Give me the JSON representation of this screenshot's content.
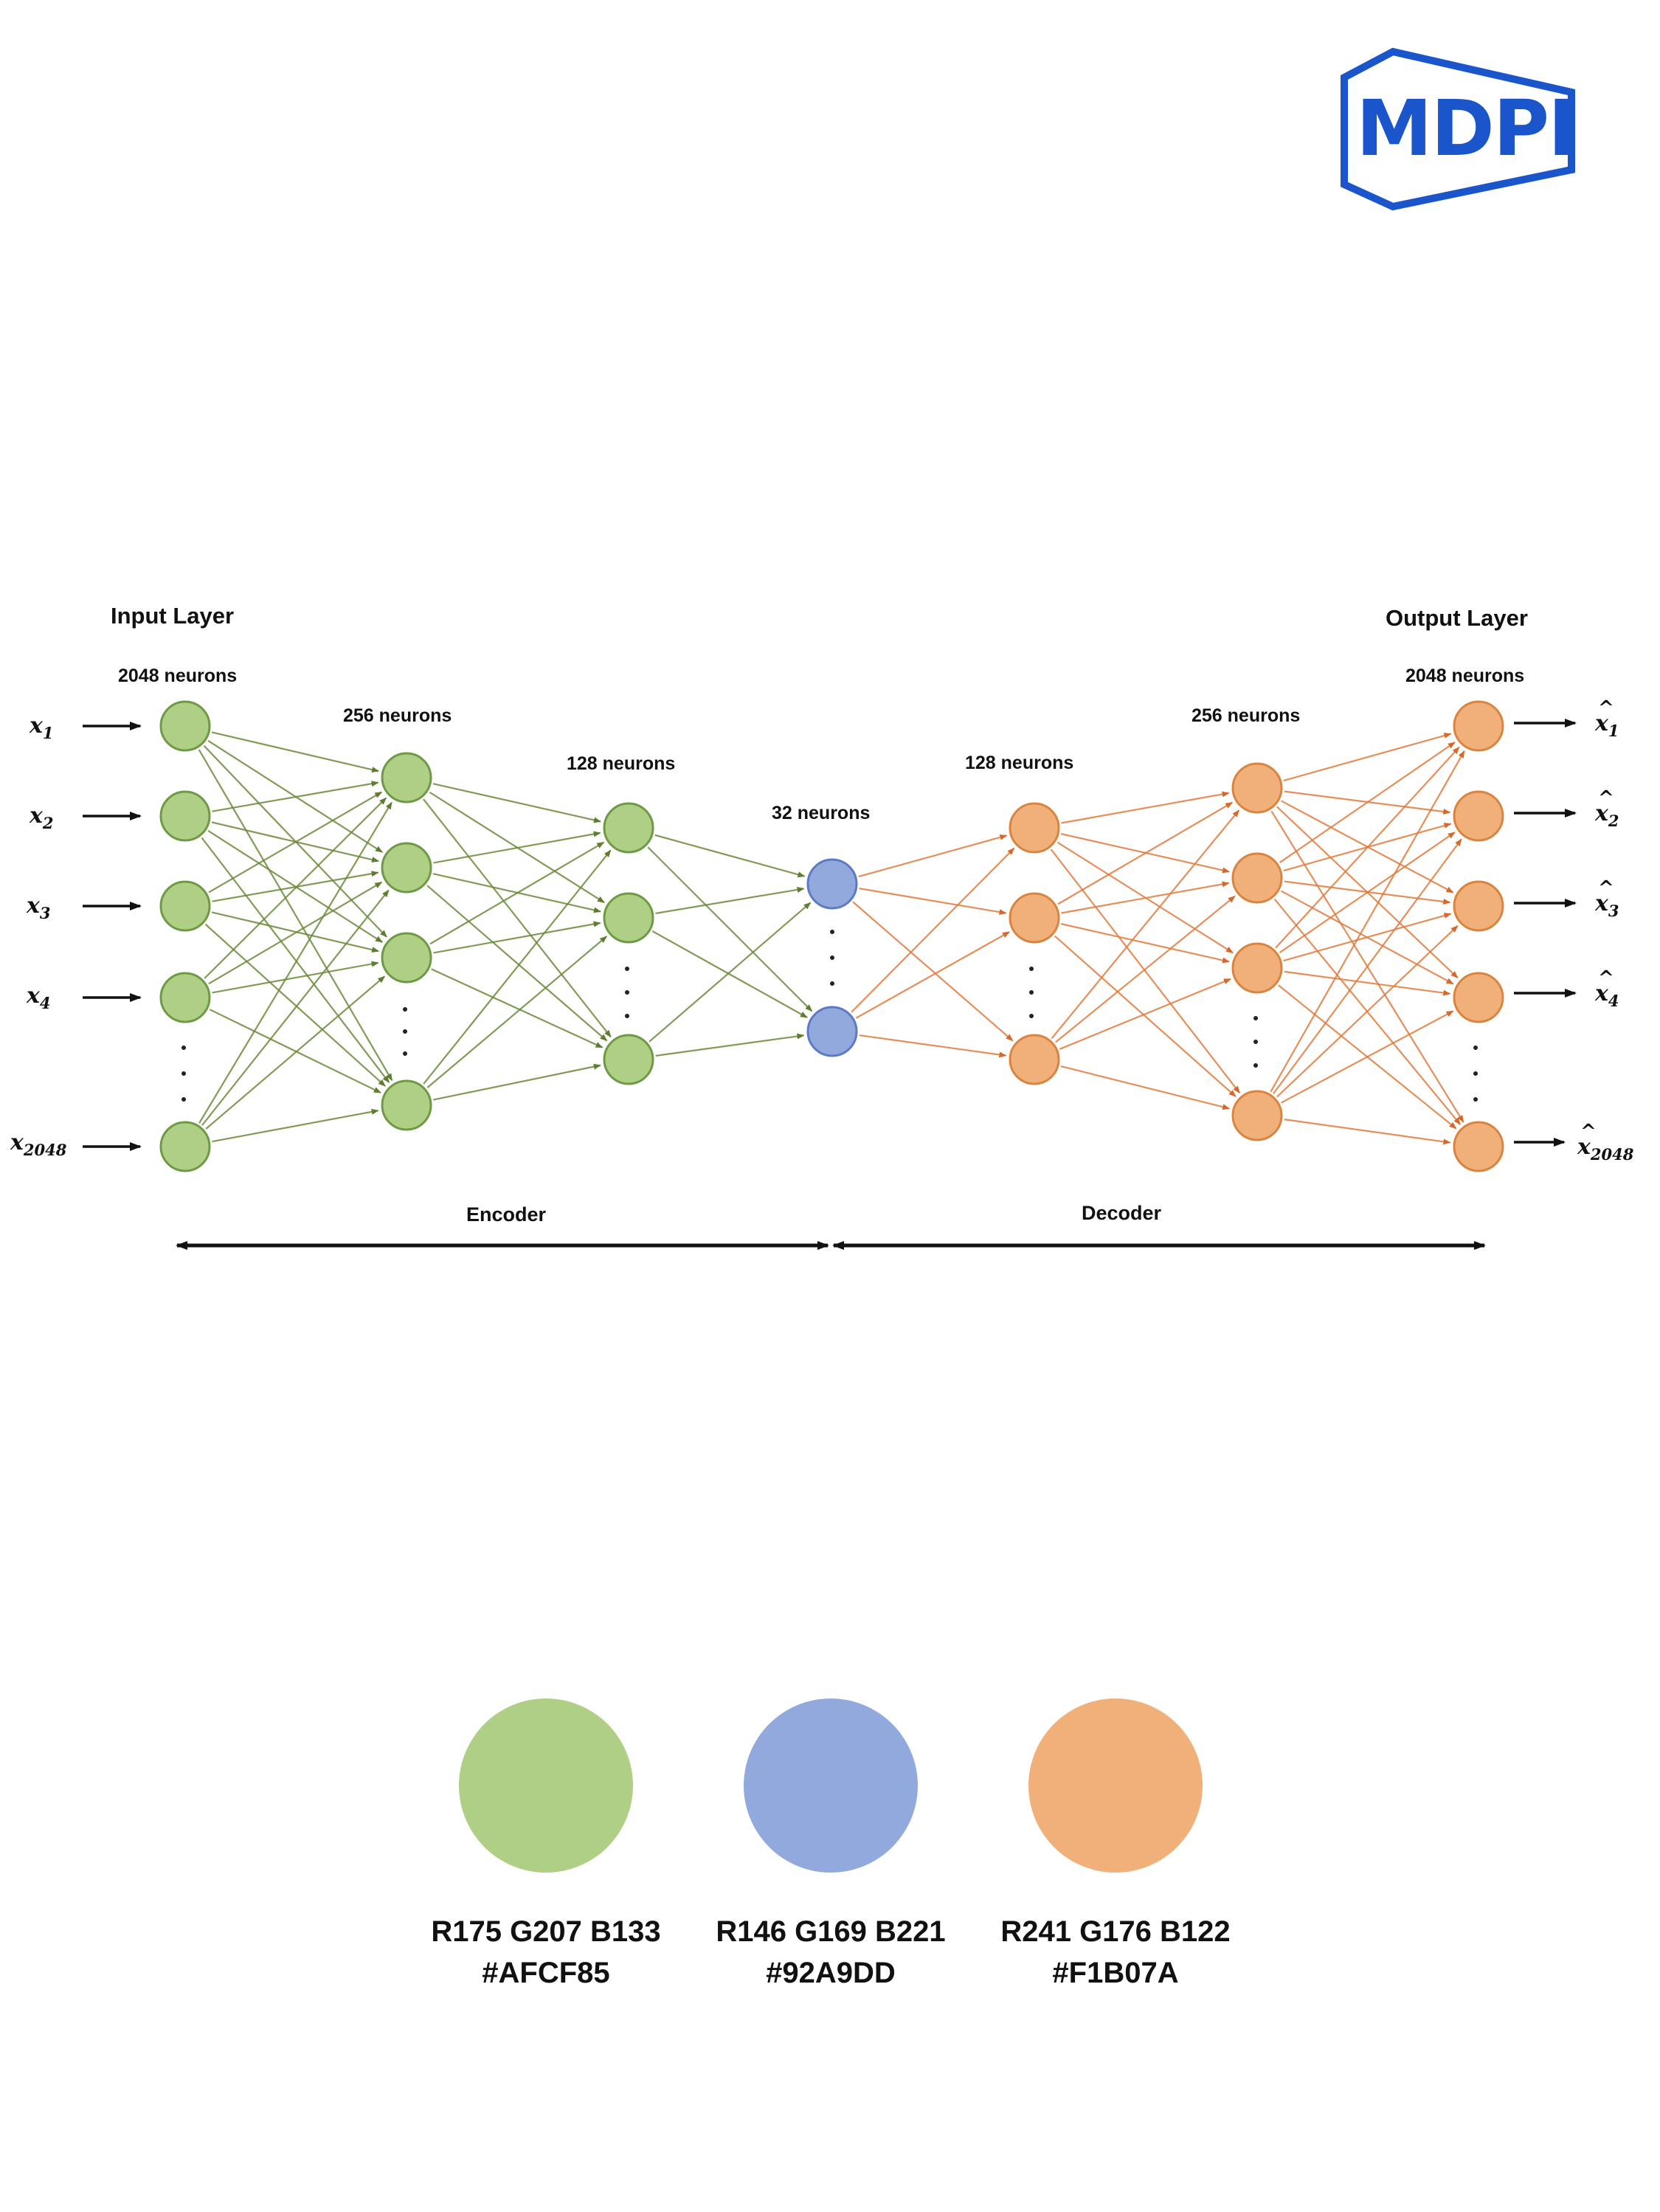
{
  "logo": {
    "text": "MDPI",
    "color": "#1A55CC"
  },
  "diagram": {
    "input_layer_title": "Input Layer",
    "output_layer_title": "Output Layer",
    "layers": [
      {
        "id": "input",
        "neurons_label": "2048 neurons",
        "color": "#AFCF85"
      },
      {
        "id": "enc256",
        "neurons_label": "256 neurons",
        "color": "#AFCF85"
      },
      {
        "id": "enc128",
        "neurons_label": "128 neurons",
        "color": "#AFCF85"
      },
      {
        "id": "latent",
        "neurons_label": "32 neurons",
        "color": "#92A9DD"
      },
      {
        "id": "dec128",
        "neurons_label": "128 neurons",
        "color": "#F1B07A"
      },
      {
        "id": "dec256",
        "neurons_label": "256 neurons",
        "color": "#F1B07A"
      },
      {
        "id": "output",
        "neurons_label": "2048 neurons",
        "color": "#F1B07A"
      }
    ],
    "inputs": [
      {
        "base": "x",
        "sub": "1"
      },
      {
        "base": "x",
        "sub": "2"
      },
      {
        "base": "x",
        "sub": "3"
      },
      {
        "base": "x",
        "sub": "4"
      },
      {
        "base": "x",
        "sub": "2048"
      }
    ],
    "outputs": [
      {
        "base": "x",
        "sub": "1"
      },
      {
        "base": "x",
        "sub": "2"
      },
      {
        "base": "x",
        "sub": "3"
      },
      {
        "base": "x",
        "sub": "4"
      },
      {
        "base": "x",
        "sub": "2048"
      }
    ],
    "encoder_label": "Encoder",
    "decoder_label": "Decoder",
    "encoder_edge_color": "#6B8A3A",
    "decoder_edge_color": "#E07A3C"
  },
  "swatches": [
    {
      "rgb": "R175 G207 B133",
      "hex": "#AFCF85",
      "color": "#AFCF85"
    },
    {
      "rgb": "R146 G169 B221",
      "hex": "#92A9DD",
      "color": "#92A9DD"
    },
    {
      "rgb": "R241 G176 B122",
      "hex": "#F1B07A",
      "color": "#F1B07A"
    }
  ]
}
